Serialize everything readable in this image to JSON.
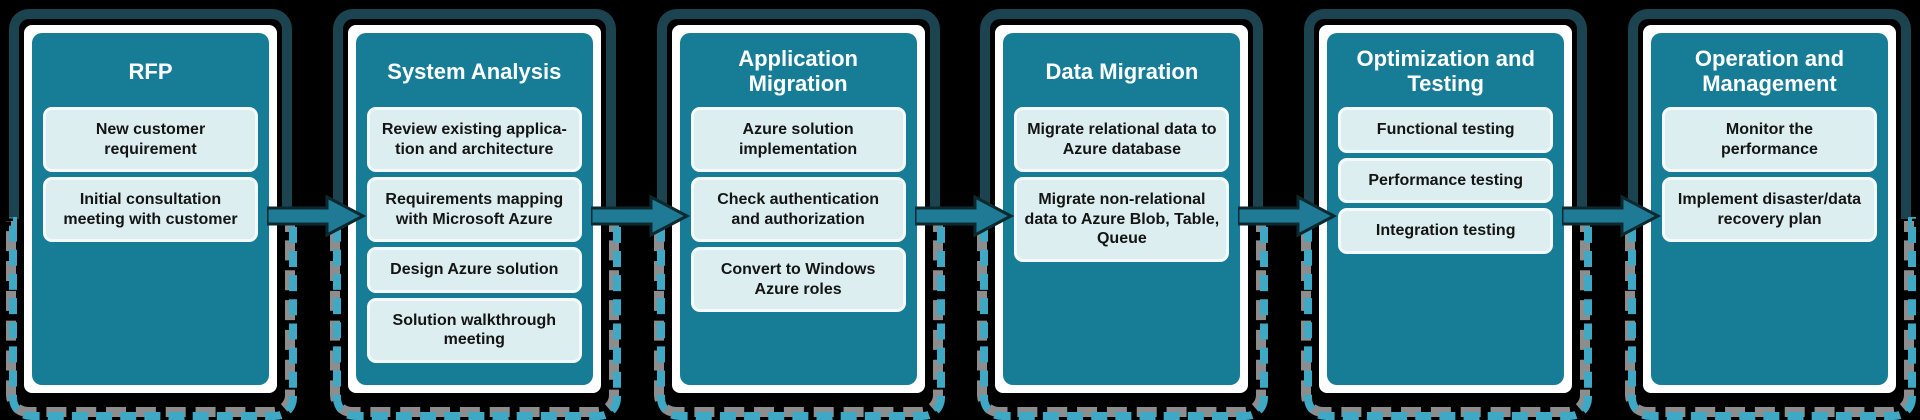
{
  "diagram": {
    "name": "Azure migration process flow",
    "background_color": "#000000",
    "colors": {
      "stage_fill": "#177d97",
      "stage_border": "#ffffff",
      "step_fill": "#dceef0",
      "step_text": "#141414",
      "title_text": "#ffffff",
      "connector_dark": "#1b4350",
      "arrow_fill": "#1f7b95",
      "arrow_outline": "#0e2830",
      "dash_cyan": "#3fa8c5",
      "dash_gray": "#8d8d8d"
    },
    "stages": [
      {
        "title": "RFP",
        "steps": [
          "New customer\nrequirement",
          "Initial consultation\nmeeting with customer"
        ]
      },
      {
        "title": "System Analysis",
        "steps": [
          "Review existing applica-\ntion and architecture",
          "Requirements mapping\nwith Microsoft Azure",
          "Design Azure solution",
          "Solution walkthrough\nmeeting"
        ]
      },
      {
        "title": "Application\nMigration",
        "steps": [
          "Azure solution\nimplementation",
          "Check authentication\nand authorization",
          "Convert to Windows\nAzure roles"
        ]
      },
      {
        "title": "Data Migration",
        "steps": [
          "Migrate relational data to\nAzure database",
          "Migrate non-relational\ndata to Azure Blob, Table,\nQueue"
        ]
      },
      {
        "title": "Optimization and\nTesting",
        "steps": [
          "Functional testing",
          "Performance testing",
          "Integration testing"
        ]
      },
      {
        "title": "Operation and\nManagement",
        "steps": [
          "Monitor the\nperformance",
          "Implement disaster/data\nrecovery plan"
        ]
      }
    ]
  }
}
